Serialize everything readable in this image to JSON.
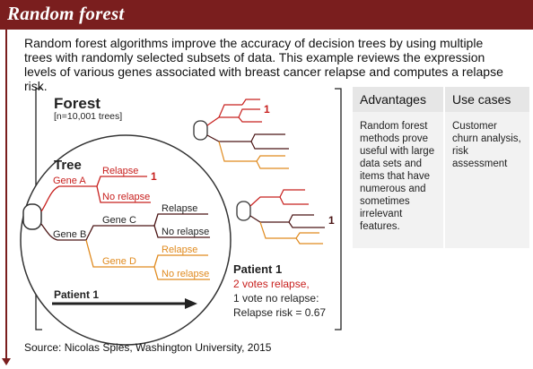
{
  "header": {
    "title": "Random forest"
  },
  "intro": "Random forest algorithms improve the accuracy of decision trees by using multiple trees with randomly selected subsets of data. This example reviews the expression levels of various genes associated with breast cancer relapse and computes a relapse risk.",
  "diagram": {
    "forest_title": "Forest",
    "forest_sub": "[n=10,001 trees]",
    "tree_title": "Tree",
    "gene_a": "Gene A",
    "gene_b": "Gene B",
    "gene_c": "Gene C",
    "gene_d": "Gene D",
    "leaf_relapse": "Relapse",
    "leaf_no_relapse": "No relapse",
    "vote_one": "1",
    "patient_arrow_label": "Patient 1",
    "result_title": "Patient 1",
    "result_votes_relapse": "2 votes relapse,",
    "result_vote_no": "1 vote no relapse:",
    "result_risk": "Relapse risk = 0.67"
  },
  "panels": {
    "advantages_title": "Advantages",
    "advantages_text": "Random forest methods prove useful with large data sets and items that have numerous and sometimes irrelevant features.",
    "use_cases_title": "Use cases",
    "use_cases_text": "Customer churn analysis, risk assessment"
  },
  "source": "Source: Nicolas Spies, Washington University, 2015",
  "colors": {
    "brand": "#7a1e1e",
    "red": "#c8201e",
    "dark": "#4a1414",
    "orange": "#e08a1e",
    "panel_head": "#e6e6e6",
    "panel_body": "#f2f2f2"
  }
}
